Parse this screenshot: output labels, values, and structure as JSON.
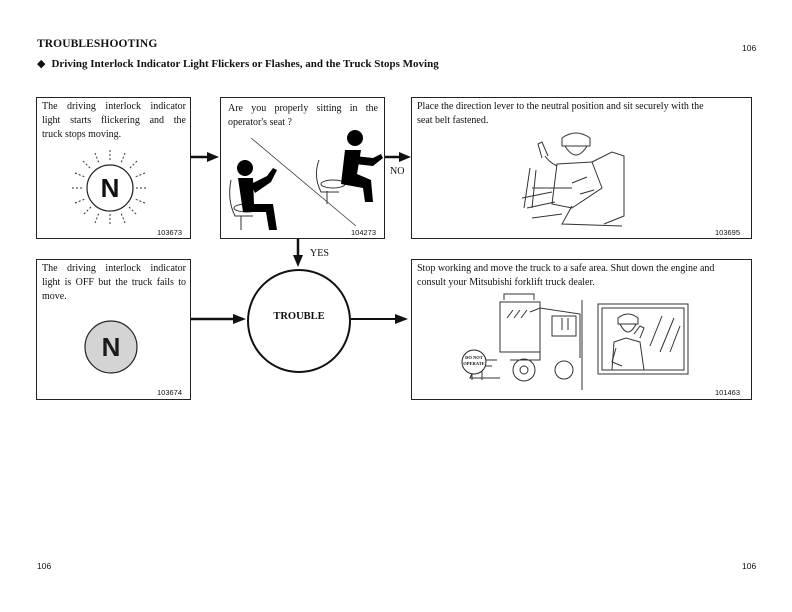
{
  "header": {
    "section_title": "TROUBLESHOOTING",
    "bullet": "◆",
    "subtitle": "Driving Interlock Indicator Light Flickers or Flashes, and the Truck Stops Moving",
    "page_top": "106"
  },
  "footer": {
    "page_left": "106",
    "page_right": "106"
  },
  "boxes": {
    "flicker": {
      "line1": "The driving interlock indicator",
      "line2": "light starts flickering and the",
      "line3": "truck stops moving.",
      "indicator_letter": "N",
      "code": "103673"
    },
    "seat": {
      "line1": "Are you properly sitting in the",
      "line2": "operator's seat ?",
      "code": "104273"
    },
    "neutral": {
      "line1": "Place the direction lever to the neutral position and sit securely with the",
      "line2": "seat belt fastened.",
      "code": "103695"
    },
    "off": {
      "line1": "The driving interlock indicator",
      "line2": "light is OFF but the truck fails to",
      "line3": "move.",
      "indicator_letter": "N",
      "code": "103674"
    },
    "stop": {
      "line1": "Stop working and move the truck to a safe area. Shut down the engine and",
      "line2": "consult your Mitsubishi forklift truck dealer.",
      "sign_line1": "DO NOT",
      "sign_line2": "OPERATE",
      "code": "101463"
    }
  },
  "flow": {
    "no_label": "NO",
    "yes_label": "YES",
    "trouble_label": "TROUBLE"
  }
}
